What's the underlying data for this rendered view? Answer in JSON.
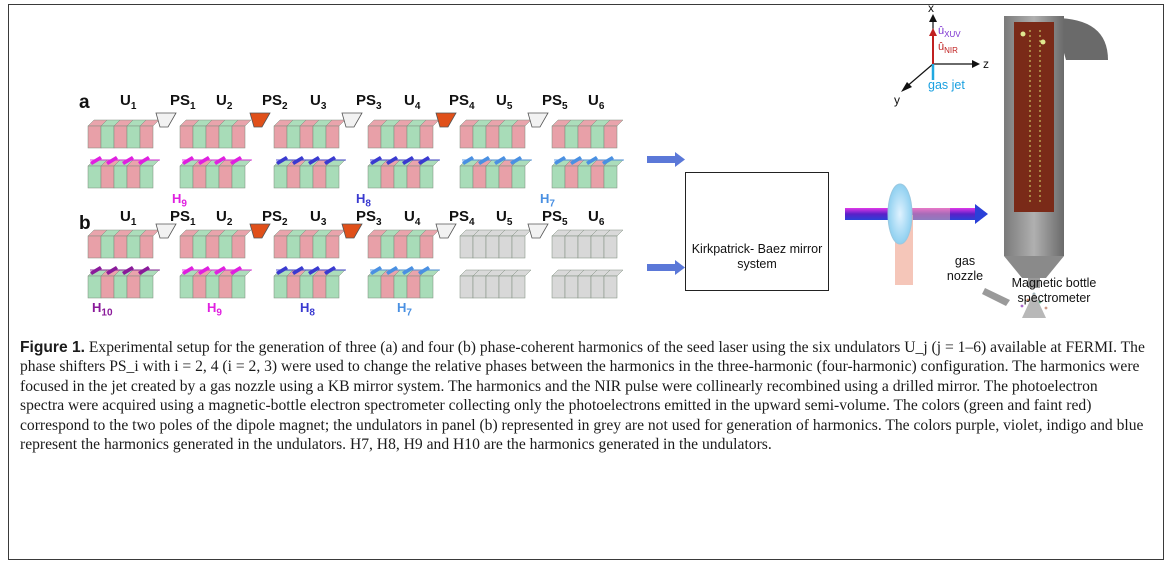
{
  "figure": {
    "panel_a": "a",
    "panel_b": "b",
    "row_a": {
      "labels": [
        {
          "base": "U",
          "sub": "1"
        },
        {
          "base": "PS",
          "sub": "1"
        },
        {
          "base": "U",
          "sub": "2"
        },
        {
          "base": "PS",
          "sub": "2"
        },
        {
          "base": "U",
          "sub": "3"
        },
        {
          "base": "PS",
          "sub": "3"
        },
        {
          "base": "U",
          "sub": "4"
        },
        {
          "base": "PS",
          "sub": "4"
        },
        {
          "base": "U",
          "sub": "5"
        },
        {
          "base": "PS",
          "sub": "5"
        },
        {
          "base": "U",
          "sub": "6"
        }
      ],
      "harmonics": [
        {
          "base": "H",
          "sub": "9",
          "color": "#e020e0"
        },
        {
          "base": "H",
          "sub": "8",
          "color": "#3a3ad0"
        },
        {
          "base": "H",
          "sub": "7",
          "color": "#4a90e2"
        }
      ]
    },
    "row_b": {
      "labels": [
        {
          "base": "U",
          "sub": "1"
        },
        {
          "base": "PS",
          "sub": "1"
        },
        {
          "base": "U",
          "sub": "2"
        },
        {
          "base": "PS",
          "sub": "2"
        },
        {
          "base": "U",
          "sub": "3"
        },
        {
          "base": "PS",
          "sub": "3"
        },
        {
          "base": "U",
          "sub": "4"
        },
        {
          "base": "PS",
          "sub": "4"
        },
        {
          "base": "U",
          "sub": "5"
        },
        {
          "base": "PS",
          "sub": "5"
        },
        {
          "base": "U",
          "sub": "6"
        }
      ],
      "harmonics": [
        {
          "base": "H",
          "sub": "10",
          "color": "#8a1a9a"
        },
        {
          "base": "H",
          "sub": "9",
          "color": "#e020e0"
        },
        {
          "base": "H",
          "sub": "8",
          "color": "#3a3ad0"
        },
        {
          "base": "H",
          "sub": "7",
          "color": "#4a90e2"
        }
      ]
    },
    "kb_label": "Kirkpatrick- Baez mirror system",
    "axes": {
      "x": "x",
      "y": "y",
      "z": "z",
      "u_xuv": "û",
      "u_xuv_sub": "XUV",
      "u_nir": "û",
      "u_nir_sub": "NIR"
    },
    "gas_jet": "gas jet",
    "gas_nozzle": "gas nozzle",
    "spectrometer": "Magnetic bottle spectrometer",
    "colors": {
      "green_pole": "#a8dcb8",
      "red_pole": "#e8a0a8",
      "grey_undulator": "#d8d8d8",
      "ps_active": "#e0501a",
      "ps_inactive": "#f2f2f2",
      "beam": "#7a2fd0"
    }
  },
  "caption": {
    "title": "Figure 1.",
    "text": "Experimental setup for the generation of three (a) and four (b) phase-coherent harmonics of the seed laser using the six undulators U_j (j = 1–6) available at FERMI. The phase shifters PS_i with i = 2, 4 (i = 2, 3) were used to change the relative phases between the harmonics in the three-harmonic (four-harmonic) configuration. The harmonics were focused in the jet created by a gas nozzle using a KB mirror system. The harmonics and the NIR pulse were collinearly recombined using a drilled mirror. The photoelectron spectra were acquired using a magnetic-bottle electron spectrometer collecting only the photoelectrons emitted in the upward semi-volume. The colors (green and faint red) correspond to the two poles of the dipole magnet; the undulators in panel (b) represented in grey are not used for generation of harmonics. The colors purple, violet, indigo and blue represent the harmonics generated in the undulators. H7, H8, H9 and H10 are the harmonics generated in the undulators."
  }
}
